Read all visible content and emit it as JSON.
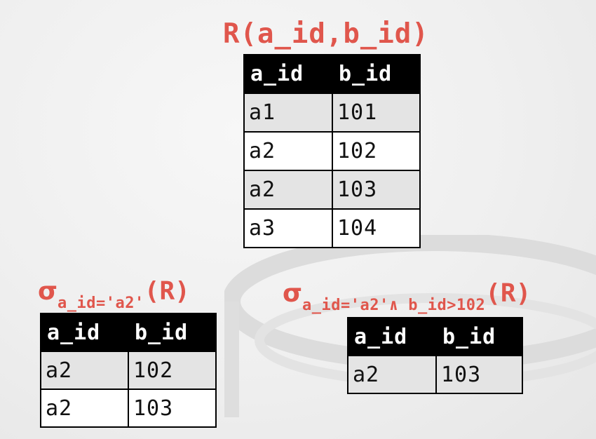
{
  "main_title": "R(a_id,b_id)",
  "relation_r": {
    "headers": [
      "a_id",
      "b_id"
    ],
    "rows": [
      [
        "a1",
        "101"
      ],
      [
        "a2",
        "102"
      ],
      [
        "a2",
        "103"
      ],
      [
        "a3",
        "104"
      ]
    ]
  },
  "selection_left": {
    "sigma": "σ",
    "predicate": "a_id='a2'",
    "operand": "(R)",
    "headers": [
      "a_id",
      "b_id"
    ],
    "rows": [
      [
        "a2",
        "102"
      ],
      [
        "a2",
        "103"
      ]
    ]
  },
  "selection_right": {
    "sigma": "σ",
    "predicate": "a_id='a2'∧ b_id>102",
    "operand": "(R)",
    "headers": [
      "a_id",
      "b_id"
    ],
    "rows": [
      [
        "a2",
        "103"
      ]
    ]
  },
  "colors": {
    "accent": "#e0564c",
    "header_bg": "#000000",
    "row_alt": "#e4e4e4"
  }
}
